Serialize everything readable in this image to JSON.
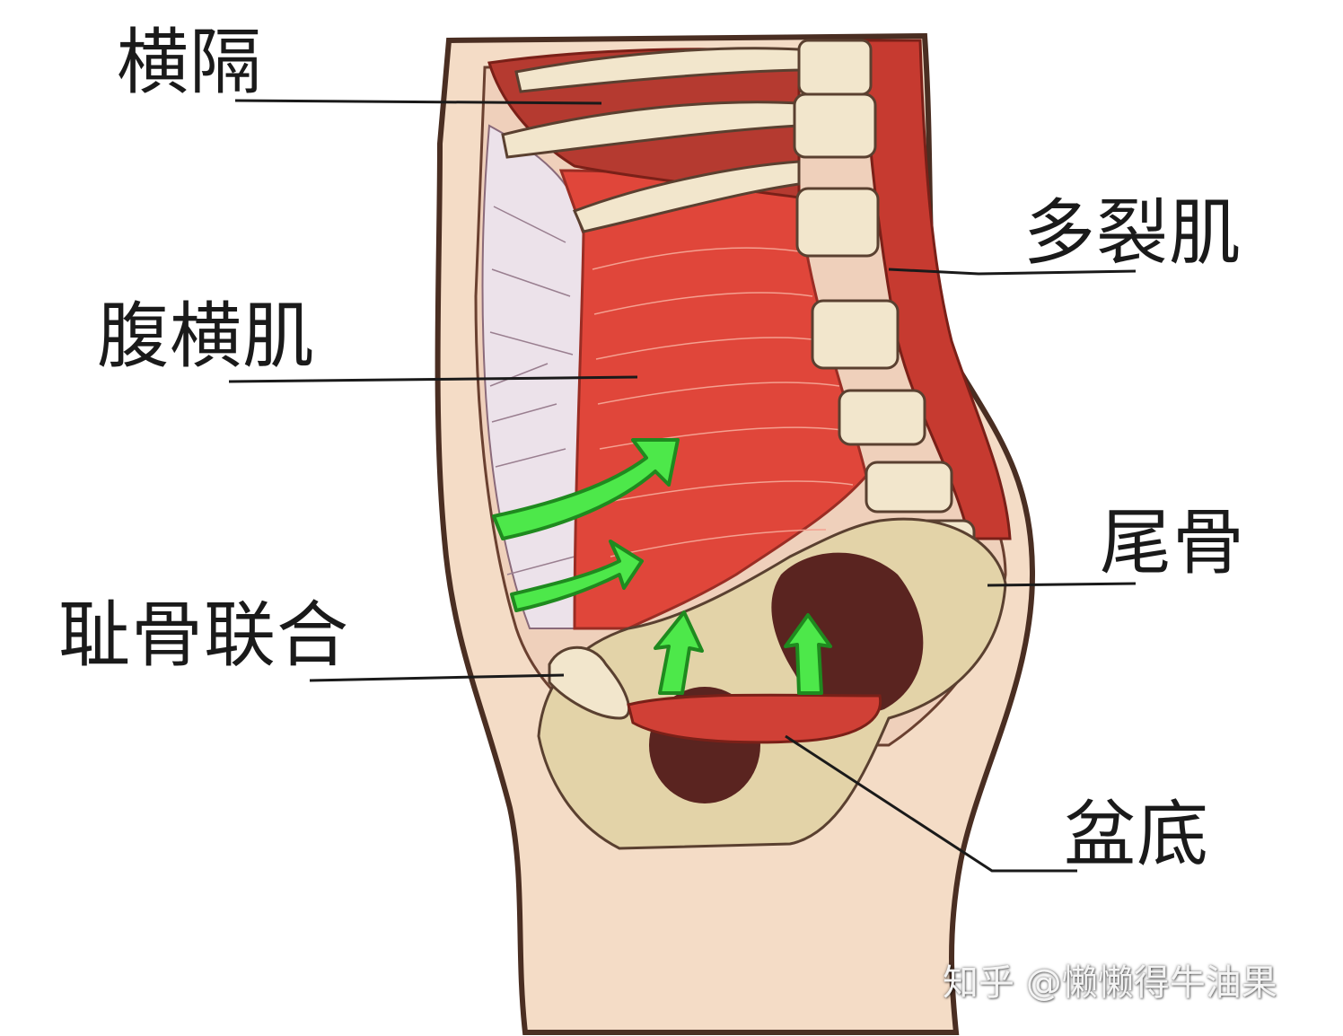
{
  "labels": {
    "diaphragm": "横隔",
    "multifidus": "多裂肌",
    "transversus": "腹横肌",
    "coccyx": "尾骨",
    "pubic_symphysis": "耻骨联合",
    "pelvic_floor": "盆底"
  },
  "watermark": "知乎 @懒懒得牛油果",
  "colors": {
    "skin": "#f4dcc6",
    "skin_outline": "#4a2e22",
    "muscle": "#e0463a",
    "muscle_dark": "#b53a30",
    "fascia": "#ece2ea",
    "bone": "#f2e6cc",
    "pelvis": "#e3d3a8",
    "cavity": "#5a2420",
    "arrow": "#4de84a",
    "arrow_outline": "#1f8a1f",
    "leader_line": "#1a1a1a"
  }
}
